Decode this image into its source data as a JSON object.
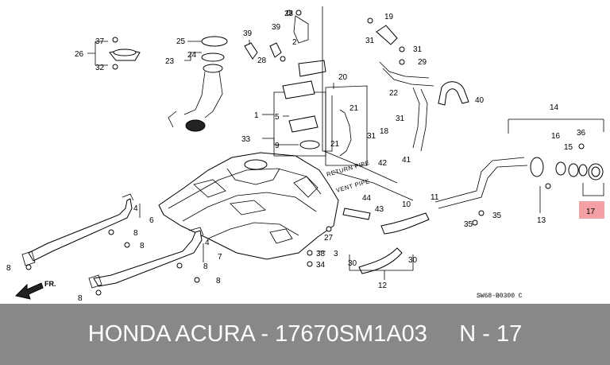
{
  "diagram": {
    "labels": {
      "l37": "37",
      "l26": "26",
      "l32": "32",
      "l25": "25",
      "l24": "24",
      "l23": "23",
      "l28a": "28",
      "l2": "2",
      "l39a": "39",
      "l39b": "39",
      "l28b": "28",
      "l19": "19",
      "l31a": "31",
      "l31b": "31",
      "l29": "29",
      "l40": "40",
      "l20": "20",
      "l21a": "21",
      "l1": "1",
      "l5": "5",
      "l21b": "21",
      "l33": "33",
      "l9": "9",
      "l18": "18",
      "l31c": "31",
      "l22": "22",
      "l31d": "31",
      "l42": "42",
      "l41": "41",
      "l14": "14",
      "l16": "16",
      "l36": "36",
      "l15": "15",
      "l13": "13",
      "l17": "17",
      "l4a": "4",
      "l6": "6",
      "l8a": "8",
      "l8b": "8",
      "l4b": "4",
      "l7": "7",
      "l8c": "8",
      "l8d": "8",
      "l8e": "8",
      "l8f": "8",
      "l44": "44",
      "l43": "43",
      "l10": "10",
      "l11": "11",
      "l35a": "35",
      "l35b": "35",
      "l27": "27",
      "l3": "3",
      "l38": "38",
      "l34": "34",
      "l30a": "30",
      "l30b": "30",
      "l12": "12"
    },
    "return_pipe": "RETURN PIPE",
    "vent_pipe": "VENT PIPE",
    "front_mark": "FR.",
    "drawing_code": "SW68-B0300 C",
    "highlight_color": "#f4a0a4"
  },
  "footer": {
    "text": "HONDA ACURA - 17670SM1A03     N - 17",
    "background": "#888888"
  }
}
